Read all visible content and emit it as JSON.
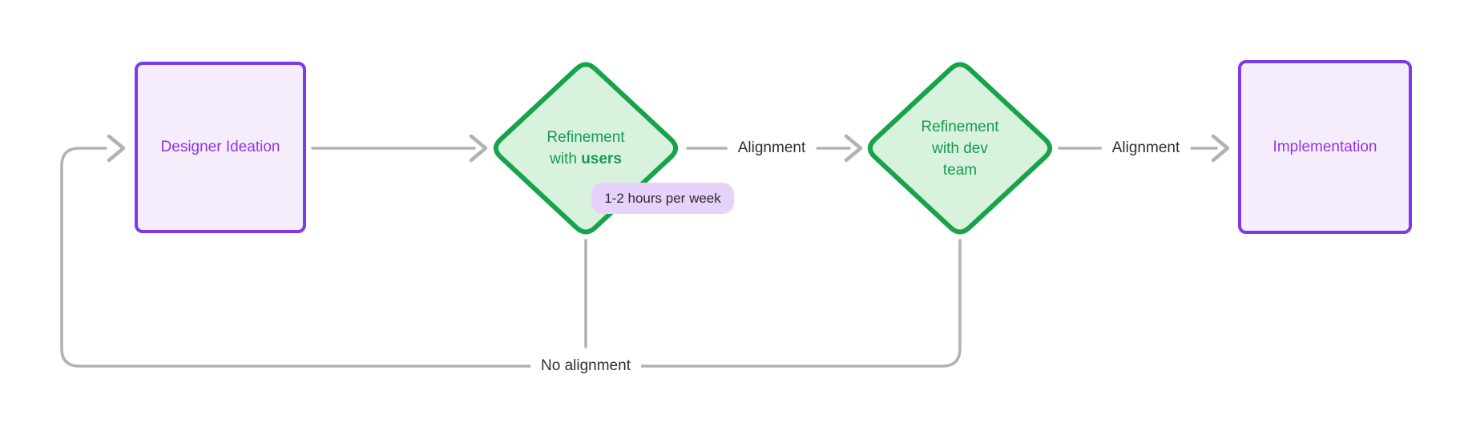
{
  "diagram": {
    "type": "flowchart",
    "direction": "left-to-right",
    "background": "#ffffff"
  },
  "colors": {
    "purple_border": "#7c3aed",
    "purple_fill": "#f5edfc",
    "purple_text": "#9333ea",
    "green_border": "#16a34a",
    "green_fill": "#d8f2dd",
    "green_text": "#189a52",
    "badge_bg": "#e7d3f9",
    "badge_text": "#2a2a2e",
    "edge_line": "#b2b2b2",
    "edge_label_text": "#2e3036"
  },
  "nodes": {
    "designer_ideation": {
      "shape": "rectangle",
      "label": "Designer Ideation"
    },
    "refinement_users": {
      "shape": "diamond",
      "line1": "Refinement",
      "line2_normal": "with",
      "line2_bold": "users",
      "badge": "1-2 hours per week"
    },
    "refinement_dev": {
      "shape": "diamond",
      "line1": "Refinement",
      "line2": "with dev",
      "line3": "team"
    },
    "implementation": {
      "shape": "rectangle",
      "label": "Implementation"
    }
  },
  "edge_labels": {
    "alignment_1": "Alignment",
    "alignment_2": "Alignment",
    "no_alignment": "No alignment"
  }
}
